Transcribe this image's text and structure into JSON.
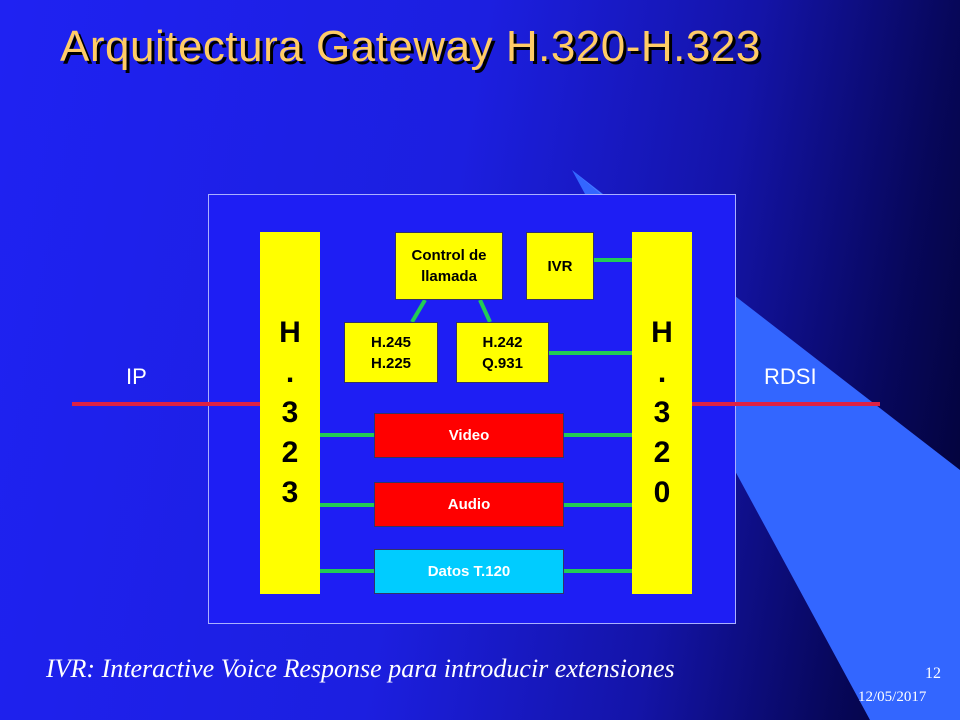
{
  "slide": {
    "title": "Arquitectura Gateway H.320-H.323",
    "left_network": "IP",
    "right_network": "RDSI",
    "caption": "IVR: Interactive Voice Response para introducir extensiones",
    "page_number": "12",
    "date": "12/05/2017"
  },
  "diagram": {
    "h323_stack": [
      "H",
      ".",
      "3",
      "2",
      "3"
    ],
    "h320_stack": [
      "H",
      ".",
      "3",
      "2",
      "0"
    ],
    "call_control": [
      "Control de",
      "llamada"
    ],
    "ivr": "IVR",
    "h245_h225": [
      "H.245",
      "H.225"
    ],
    "h242_q931": [
      "H.242",
      "Q.931"
    ],
    "video": "Video",
    "audio": "Audio",
    "data_t120": "Datos T.120"
  },
  "colors": {
    "background": "#1f22f2",
    "title": "#ffcc66",
    "stack": "#ffff00",
    "media_red": "#ff0000",
    "data_cyan": "#00ccff",
    "network_line": "#dd2244",
    "link_green": "#22cc55",
    "accent_wedge": "#3366ff"
  }
}
